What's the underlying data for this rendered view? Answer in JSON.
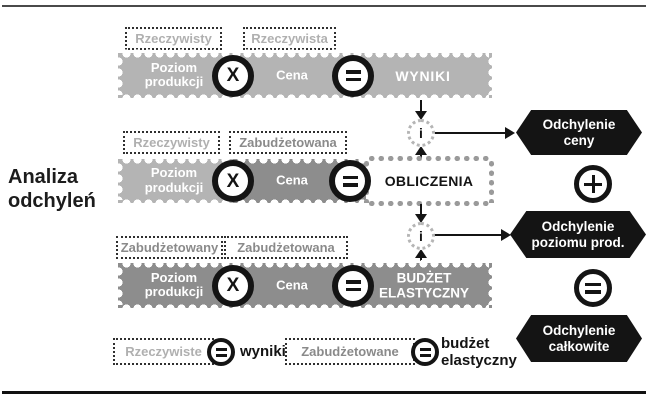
{
  "title": "Analiza odchyleń",
  "rows": [
    {
      "quantity_qualifier": "Rzeczywisty",
      "price_qualifier": "Rzeczywista",
      "quantity": "Poziom produkcji",
      "multiply": "X",
      "price": "Cena",
      "result": "WYNIKI"
    },
    {
      "quantity_qualifier": "Rzeczywisty",
      "price_qualifier": "Zabudżetowana",
      "quantity": "Poziom produkcji",
      "multiply": "X",
      "price": "Cena",
      "result": "OBLICZENIA"
    },
    {
      "quantity_qualifier": "Zabudżetowany",
      "price_qualifier": "Zabudżetowana",
      "quantity": "Poziom produkcji",
      "multiply": "X",
      "price": "Cena",
      "result": "BUDŻET ELASTYCZNY"
    }
  ],
  "junctions": [
    {
      "glyph": "i"
    },
    {
      "glyph": "i"
    }
  ],
  "variances": {
    "price": "Odchylenie ceny",
    "volume": "Odchylenie poziomu prod.",
    "total": "Odchylenie całkowite"
  },
  "icons": {
    "multiply": "multiply-icon",
    "equals": "equals-icon",
    "plus": "plus-icon",
    "junction": "junction-i-icon"
  },
  "legend": [
    {
      "term": "Rzeczywiste",
      "definition": "wyniki"
    },
    {
      "term": "Zabudżetowane",
      "definition": "budżet elastyczny"
    }
  ],
  "colors": {
    "bar_light": "#b4b4b4",
    "bar_dark": "#8d8d8d",
    "badge_black": "#141414",
    "label_light_text": "#b0b0b0",
    "label_dark_text": "#8a8a8a",
    "dotted_outline": "#9a9a9a"
  }
}
